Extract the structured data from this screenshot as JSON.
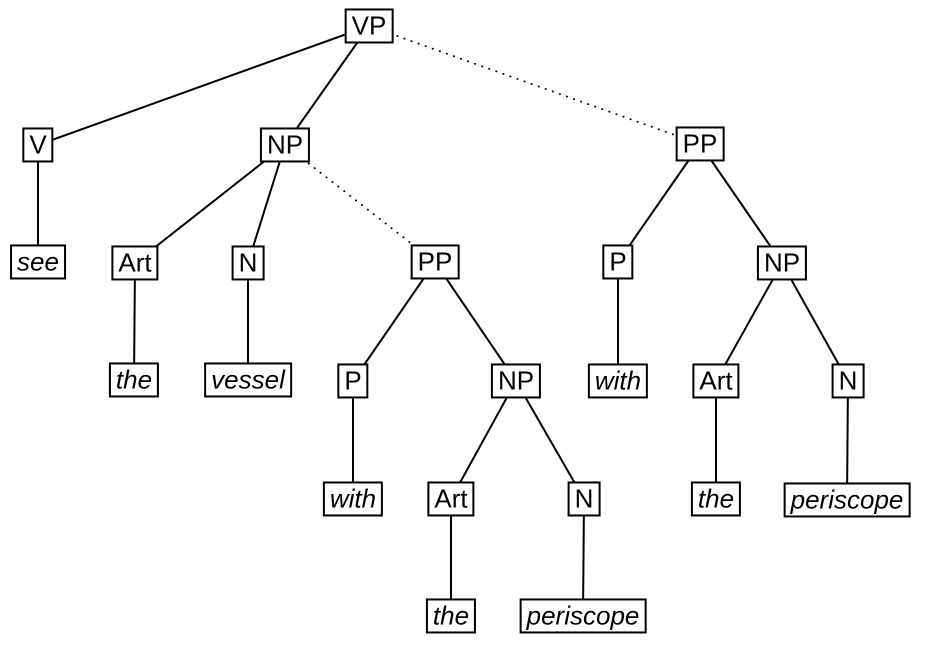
{
  "diagram": {
    "type": "syntax-parse-tree",
    "sentence_fragment": "see the vessel with the periscope",
    "nodes": {
      "vp": {
        "label": "VP"
      },
      "v": {
        "label": "V"
      },
      "np_left": {
        "label": "NP"
      },
      "pp_right": {
        "label": "PP"
      },
      "see": {
        "label": "see"
      },
      "art_left": {
        "label": "Art"
      },
      "n_left": {
        "label": "N"
      },
      "pp_mid": {
        "label": "PP"
      },
      "p_right": {
        "label": "P"
      },
      "np_right": {
        "label": "NP"
      },
      "the_left": {
        "label": "the"
      },
      "vessel": {
        "label": "vessel"
      },
      "p_mid": {
        "label": "P"
      },
      "np_mid": {
        "label": "NP"
      },
      "with_right": {
        "label": "with"
      },
      "art_right": {
        "label": "Art"
      },
      "n_right": {
        "label": "N"
      },
      "with_mid": {
        "label": "with"
      },
      "art_mid": {
        "label": "Art"
      },
      "n_mid": {
        "label": "N"
      },
      "the_right": {
        "label": "the"
      },
      "periscope_right": {
        "label": "periscope"
      },
      "the_mid": {
        "label": "the"
      },
      "periscope_mid": {
        "label": "periscope"
      }
    },
    "edges": [
      {
        "from": "vp",
        "to": "v",
        "style": "solid"
      },
      {
        "from": "vp",
        "to": "np_left",
        "style": "solid"
      },
      {
        "from": "vp",
        "to": "pp_right",
        "style": "dotted"
      },
      {
        "from": "v",
        "to": "see",
        "style": "solid"
      },
      {
        "from": "np_left",
        "to": "art_left",
        "style": "solid"
      },
      {
        "from": "np_left",
        "to": "n_left",
        "style": "solid"
      },
      {
        "from": "np_left",
        "to": "pp_mid",
        "style": "dotted"
      },
      {
        "from": "art_left",
        "to": "the_left",
        "style": "solid"
      },
      {
        "from": "n_left",
        "to": "vessel",
        "style": "solid"
      },
      {
        "from": "pp_mid",
        "to": "p_mid",
        "style": "solid"
      },
      {
        "from": "pp_mid",
        "to": "np_mid",
        "style": "solid"
      },
      {
        "from": "p_mid",
        "to": "with_mid",
        "style": "solid"
      },
      {
        "from": "np_mid",
        "to": "art_mid",
        "style": "solid"
      },
      {
        "from": "np_mid",
        "to": "n_mid",
        "style": "solid"
      },
      {
        "from": "art_mid",
        "to": "the_mid",
        "style": "solid"
      },
      {
        "from": "n_mid",
        "to": "periscope_mid",
        "style": "solid"
      },
      {
        "from": "pp_right",
        "to": "p_right",
        "style": "solid"
      },
      {
        "from": "pp_right",
        "to": "np_right",
        "style": "solid"
      },
      {
        "from": "p_right",
        "to": "with_right",
        "style": "solid"
      },
      {
        "from": "np_right",
        "to": "art_right",
        "style": "solid"
      },
      {
        "from": "np_right",
        "to": "n_right",
        "style": "solid"
      },
      {
        "from": "art_right",
        "to": "the_right",
        "style": "solid"
      },
      {
        "from": "n_right",
        "to": "periscope_right",
        "style": "solid"
      }
    ],
    "colors": {
      "line": "#000000",
      "box_border": "#000000",
      "box_fill": "#ffffff",
      "background": "#ffffff"
    }
  }
}
